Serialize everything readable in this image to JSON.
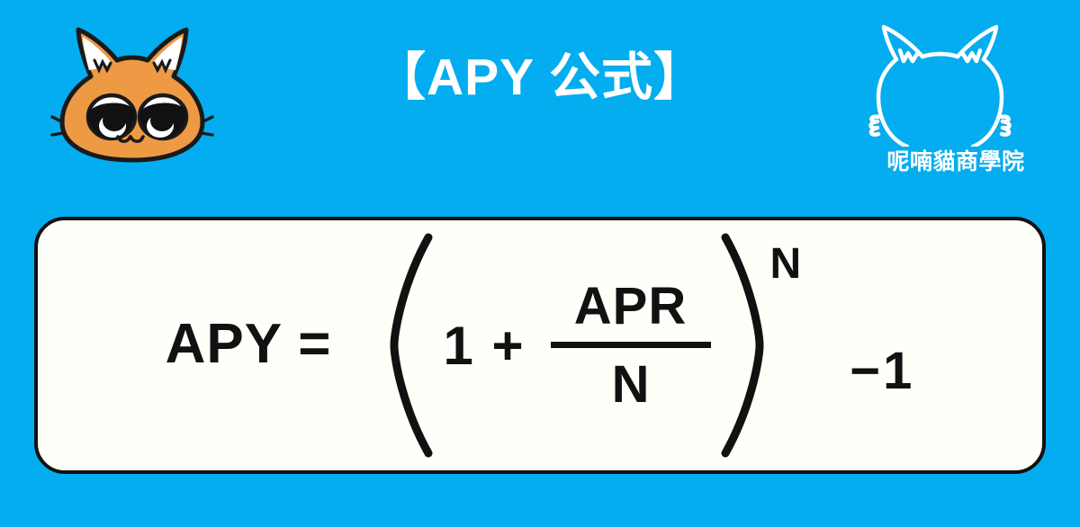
{
  "page": {
    "background_color": "#03ADEF",
    "title": "【APY 公式】"
  },
  "brand": {
    "mascot_icon": "cat-face-icon",
    "mascot_body_color": "#EE9A44",
    "mascot_outline_color": "#1A1A1A",
    "watermark_icon": "cat-head-outline-icon",
    "watermark_label": "呢喃貓商學院",
    "watermark_color": "#FFFFFF"
  },
  "formula": {
    "card_fill_color": "#FFFFFA",
    "card_border_color": "#111111",
    "left_side": "APY =",
    "open_paren": "(",
    "one_plus": "1 +",
    "numerator": "APR",
    "denominator": "N",
    "close_paren": ")",
    "exponent": "N",
    "trailing_term": "−1",
    "plain_text": "APY = (1 + APR/N)^N − 1"
  }
}
